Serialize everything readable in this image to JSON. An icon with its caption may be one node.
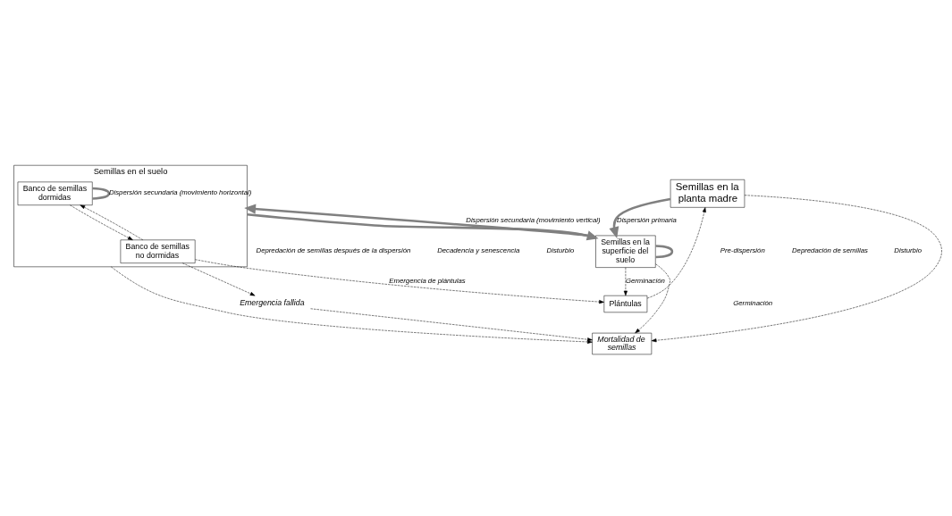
{
  "diagram": {
    "nodes": [
      {
        "text": [
          "Semillas en la planta madre"
        ]
      },
      {
        "text": [
          "Plántulas"
        ]
      },
      {
        "text": [
          "Semillas en la superficie del suelo"
        ]
      },
      {
        "text": [
          "Semillas en el suelo"
        ]
      },
      {
        "text": [
          "Banco de semillas dormidas"
        ],
        "in": 3
      },
      {
        "text": [
          "Banco de semillas no dormidas"
        ],
        "in": 3
      },
      {
        "text": [
          "Emergencia fallida"
        ]
      },
      {
        "text": [
          "Mortalidad de semillas"
        ]
      }
    ],
    "edges": [
      {
        "from": 0,
        "to": 2,
        "arrow": "to",
        "label": "Dispersión primaria",
        "style": "thick",
        "color": "#808080"
      },
      {
        "from": 1,
        "to": 0,
        "arrow": "to",
        "style": "dashed"
      },
      {
        "from": 2,
        "to": 1,
        "arrow": "to",
        "label": "Germinación",
        "style": "dashed"
      },
      {
        "from": 5,
        "to": 1,
        "arrow": "to",
        "label": "Emergencia de plántulas",
        "style": "dashed"
      },
      {
        "from": 5,
        "to": 6,
        "arrow": "to",
        "style": "dashed"
      },
      {
        "from": 6,
        "to": 7,
        "arrow": "to",
        "style": "dashed"
      },
      {
        "from": 2,
        "to": 3,
        "arrow": "to",
        "label": "Dispersión secundaria (movimiento vertical)",
        "style": "thick",
        "color": "#808080"
      },
      {
        "from": 3,
        "to": 2,
        "arrow": "to",
        "style": "thick",
        "color": "#808080"
      },
      {
        "from": 2,
        "to": 2,
        "arrow": "none",
        "style": "thick",
        "color": "#808080"
      },
      {
        "from": 4,
        "to": 4,
        "arrow": "none",
        "label": "Dispersión secundaria (movimiento horizontal)",
        "style": "thick",
        "color": "#808080"
      },
      {
        "from": 4,
        "to": 5,
        "arrow": "to",
        "style": "dashed"
      },
      {
        "from": 5,
        "to": 4,
        "arrow": "to",
        "style": "dashed"
      },
      {
        "from": 2,
        "to": 7,
        "arrow": "to",
        "style": "dashed"
      },
      {
        "from": 3,
        "to": 7,
        "arrow": "to",
        "style": "dashed"
      },
      {
        "from": 0,
        "to": 7,
        "arrow": "to",
        "style": "dashed"
      }
    ],
    "labels": [
      "Germinación",
      "Pre-dispersión",
      "Depredación de semillas",
      "Disturbio",
      "Depredación de semillas después de la dispersión",
      "Decadencia y senescencia",
      "Disturbio"
    ]
  }
}
